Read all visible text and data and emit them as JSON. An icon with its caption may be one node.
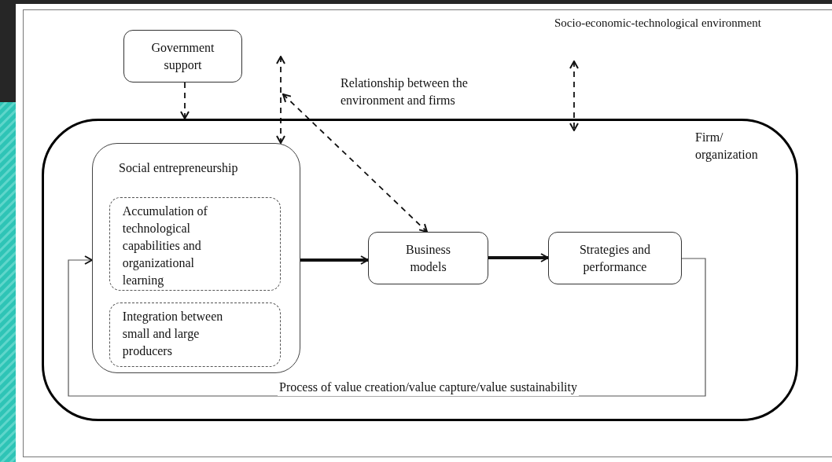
{
  "diagram": {
    "title": "Socio-economic-technological environment",
    "nodes": [
      {
        "text": [
          "Government support"
        ]
      },
      {
        "text": [
          "Firm/ organization"
        ]
      },
      {
        "text": [
          "Social entrepreneurship"
        ],
        "in": 1
      },
      {
        "text": [
          "Accumulation of technological capabilities and organizational learning"
        ],
        "in": 2
      },
      {
        "text": [
          "Integration between small and large producers"
        ],
        "in": 2
      },
      {
        "text": [
          "Business models"
        ],
        "in": 1
      },
      {
        "text": [
          "Strategies and performance"
        ],
        "in": 1
      }
    ],
    "edges": [
      {
        "from": 0,
        "to": 1,
        "arrow": "to",
        "style": "dashed"
      },
      {
        "from": null,
        "to": 2,
        "arrow": "both",
        "style": "dashed"
      },
      {
        "from": null,
        "to": 5,
        "arrow": "both",
        "style": "dashed"
      },
      {
        "from": null,
        "to": 1,
        "arrow": "both",
        "style": "dashed"
      },
      {
        "from": 2,
        "to": 5,
        "arrow": "to",
        "style": "thick"
      },
      {
        "from": 5,
        "to": 6,
        "arrow": "to",
        "style": "thick"
      },
      {
        "from": 6,
        "to": 2,
        "arrow": "to",
        "label": "Process of value creation/value capture/value sustainability"
      }
    ],
    "labels": [
      "Relationship between the environment and firms"
    ]
  }
}
